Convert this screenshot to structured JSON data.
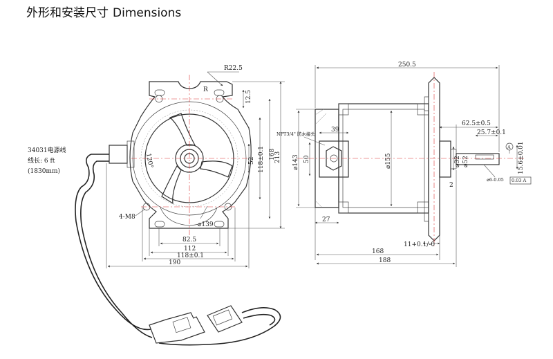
{
  "header": {
    "title_cn": "外形和安装尺寸",
    "title_en": "Dimensions"
  },
  "cable": {
    "model": "34031电源线",
    "length": "线长: 6 ft",
    "length_mm": "(1830mm)"
  },
  "front_view": {
    "r22_5": "R22.5",
    "r": "R",
    "d12_5": "12.5",
    "d52": "52",
    "d118v": "118±0.1",
    "d168v": "168",
    "d213": "213",
    "angle": "120°",
    "holes": "4-M8",
    "d139": "⌀139",
    "d82_5": "82.5",
    "d112": "112",
    "d118h": "118±0.1",
    "d190": "190"
  },
  "side_view": {
    "d250_5": "250.5",
    "fitting": "NPT3/4\" 防水接头",
    "d39": "39",
    "d143": "⌀143",
    "d50": "50",
    "d155": "⌀155",
    "d62_5": "62.5±0.5",
    "d25_7": "25.7±0.1",
    "d32": "⌀32",
    "d52": "⌀52",
    "d15_6": "15.6±0.01",
    "datum": "A",
    "shaft": "⌀6-0.05",
    "tol": "0.03 A",
    "d2": "2",
    "d27": "27",
    "d11": "11+0.1/-0",
    "d168": "168",
    "d188": "188"
  }
}
